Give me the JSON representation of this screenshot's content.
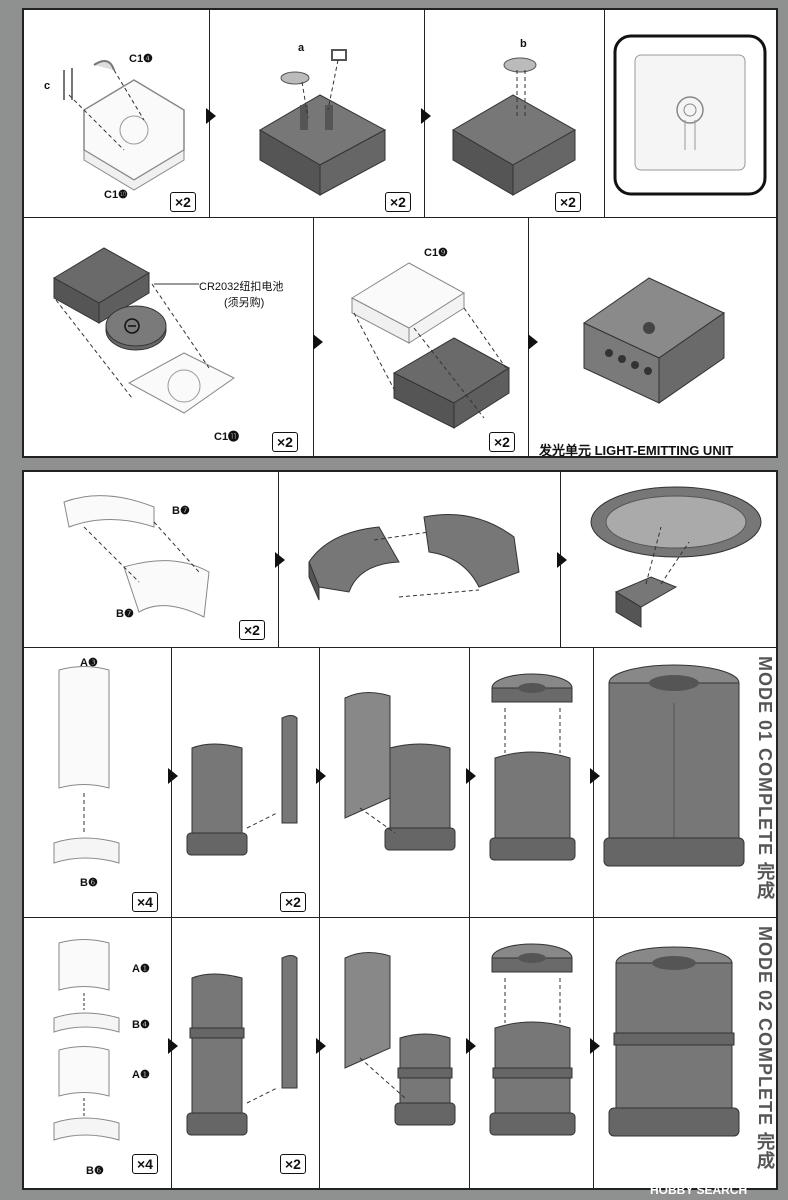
{
  "top_section": {
    "row1": {
      "cell1": {
        "labels": [
          "C1❹",
          "c",
          "C1❿"
        ],
        "qty": "×2"
      },
      "cell2": {
        "labels": [
          "a"
        ],
        "qty": "×2"
      },
      "cell3": {
        "labels": [
          "b"
        ],
        "qty": "×2"
      }
    },
    "row2": {
      "cell1": {
        "battery_label": "CR2032纽扣电池",
        "battery_note": "(须另购)",
        "labels": [
          "C1⓫"
        ],
        "qty": "×2"
      },
      "cell2": {
        "labels": [
          "C1❾"
        ],
        "qty": "×2"
      },
      "cell3": {
        "unit_title": "发光单元  LIGHT-EMITTING UNIT"
      }
    }
  },
  "bottom_section": {
    "row1": {
      "cell1": {
        "labels": [
          "B❼",
          "B❼"
        ],
        "qty": "×2"
      }
    },
    "row2": {
      "cell1": {
        "labels": [
          "A❸",
          "B❻"
        ],
        "qty": "×4"
      },
      "cell2": {
        "qty": "×2"
      },
      "mode_label": "MODE 01 COMPLETE 完成"
    },
    "row3": {
      "cell1": {
        "labels": [
          "A❶",
          "B❹",
          "A❶",
          "B❻"
        ],
        "qty": "×4"
      },
      "cell2": {
        "qty": "×2"
      },
      "mode_label": "MODE 02 COMPLETE 完成"
    }
  },
  "watermark": "HOBBY SEARCH"
}
